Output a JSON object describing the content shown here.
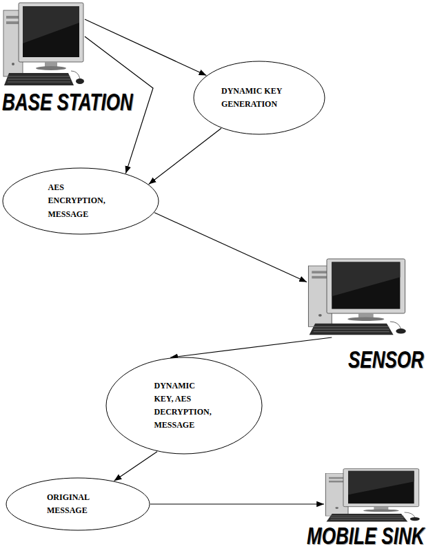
{
  "diagram": {
    "nodes": [
      {
        "text": [
          "BASE STATION"
        ]
      },
      {
        "text": [
          "DYNAMIC KEY GENERATION"
        ]
      },
      {
        "text": [
          "AES ENCRYPTION, MESSAGE"
        ]
      },
      {
        "text": [
          "SENSOR"
        ]
      },
      {
        "text": [
          "DYNAMIC KEY, AES DECRYPTION, MESSAGE"
        ]
      },
      {
        "text": [
          "ORIGINAL MESSAGE"
        ]
      },
      {
        "text": [
          "MOBILE SINK"
        ]
      }
    ],
    "edges": [
      {
        "from": 0,
        "to": 1,
        "arrow": "to"
      },
      {
        "from": 0,
        "to": 2,
        "arrow": "to"
      },
      {
        "from": 1,
        "to": 2,
        "arrow": "to"
      },
      {
        "from": 2,
        "to": 3,
        "arrow": "to"
      },
      {
        "from": 3,
        "to": 4,
        "arrow": "to"
      },
      {
        "from": 4,
        "to": 5,
        "arrow": "to"
      },
      {
        "from": 5,
        "to": 6,
        "arrow": "to"
      }
    ]
  }
}
